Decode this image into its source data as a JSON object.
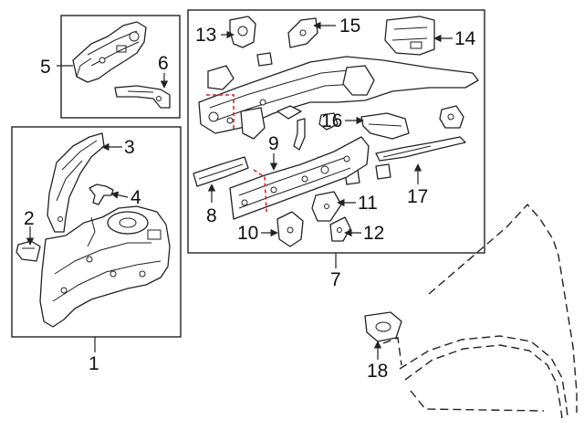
{
  "accent_color": "#e0242a",
  "callouts": {
    "c1": "1",
    "c2": "2",
    "c3": "3",
    "c4": "4",
    "c5": "5",
    "c6": "6",
    "c7": "7",
    "c8": "8",
    "c9": "9",
    "c10": "10",
    "c11": "11",
    "c12": "12",
    "c13": "13",
    "c14": "14",
    "c15": "15",
    "c16": "16",
    "c17": "17",
    "c18": "18"
  }
}
